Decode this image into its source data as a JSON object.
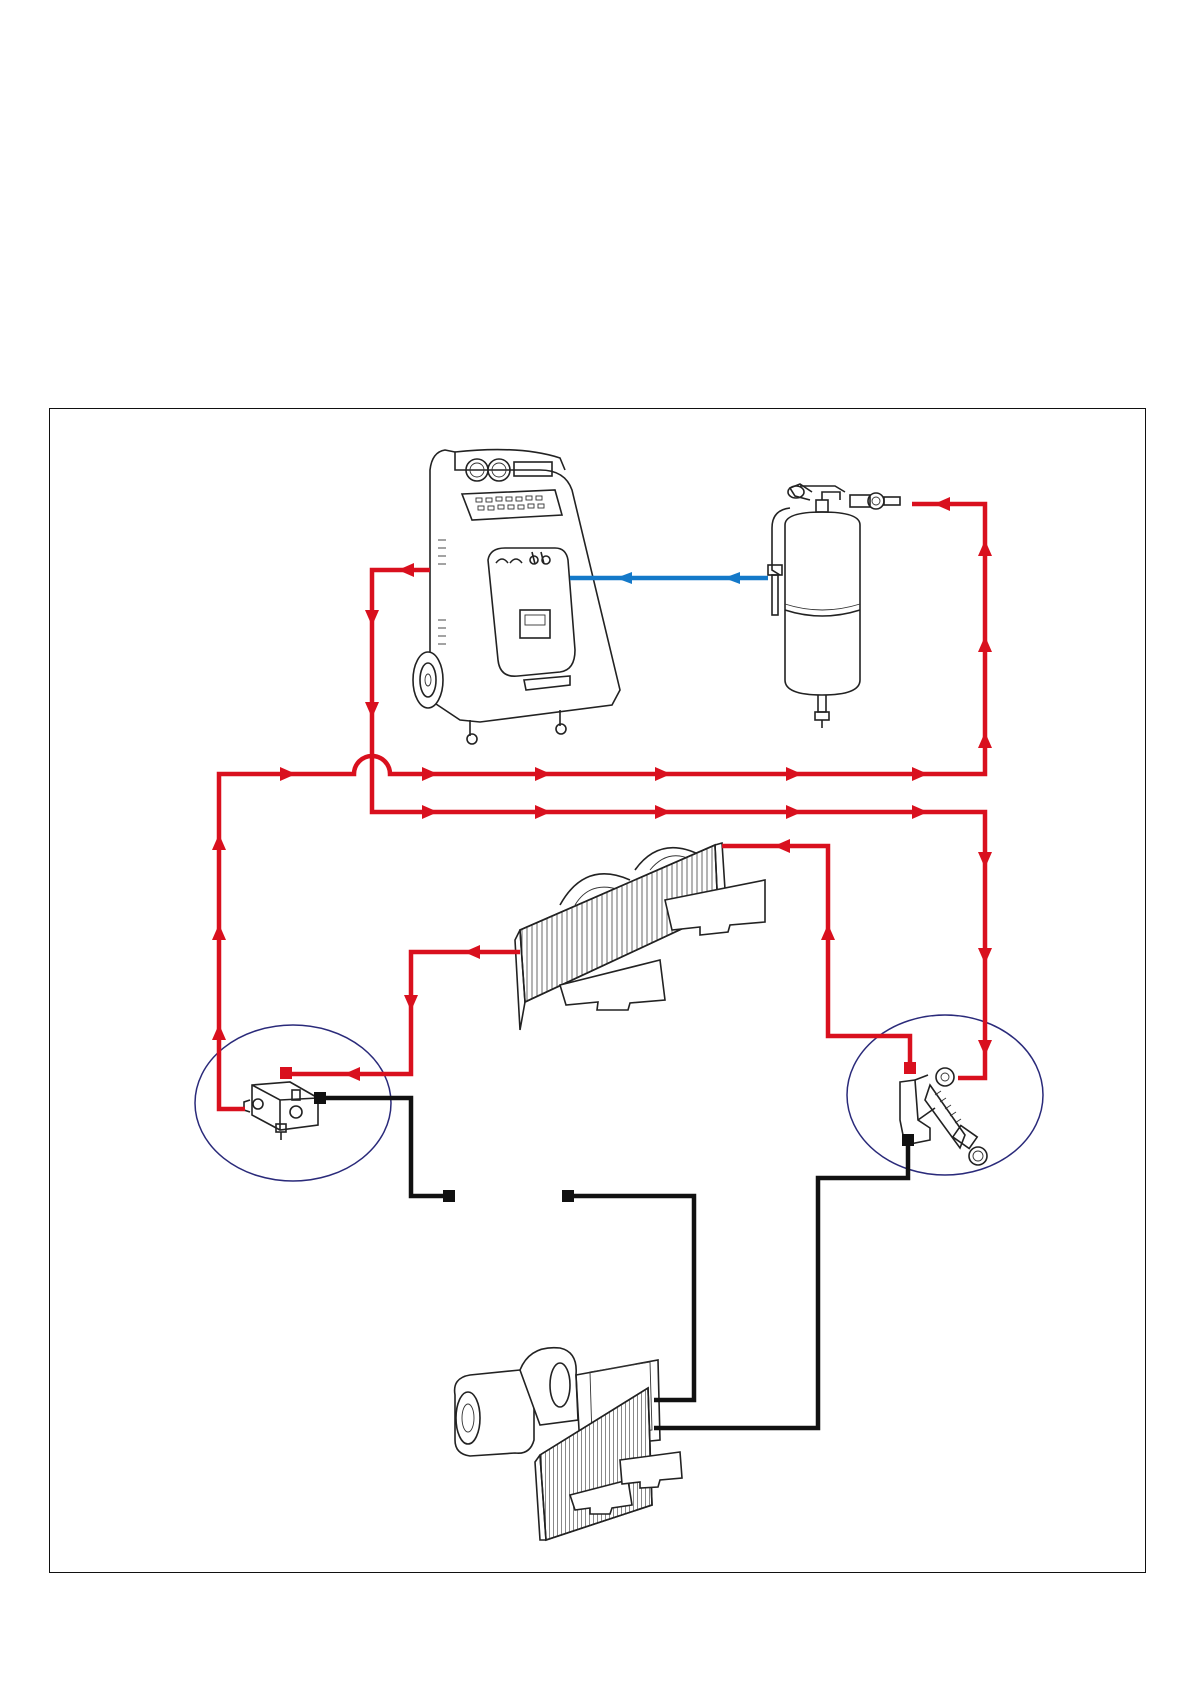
{
  "colors": {
    "supply_line": "#d9101e",
    "recovery_line": "#1479c9",
    "signal_line": "#111111",
    "zoom_circle": "#2a2a7a",
    "frame": "#111111"
  },
  "components": [
    {
      "id": "ac-service-station",
      "icon": "ac-recovery-machine-icon"
    },
    {
      "id": "refrigerant-cylinder",
      "icon": "gas-cylinder-icon"
    },
    {
      "id": "condenser",
      "icon": "condenser-fan-unit-icon"
    },
    {
      "id": "evaporator-blower",
      "icon": "blower-evaporator-icon"
    },
    {
      "id": "low-pressure-coupler",
      "icon": "quick-coupler-icon"
    },
    {
      "id": "high-pressure-coupler",
      "icon": "service-valve-icon"
    }
  ],
  "lines": [
    {
      "id": "cylinder-to-station",
      "type": "recovery"
    },
    {
      "id": "supply-loop",
      "type": "supply"
    },
    {
      "id": "return-loop",
      "type": "supply"
    },
    {
      "id": "condenser-left-branch",
      "type": "supply"
    },
    {
      "id": "condenser-right-branch",
      "type": "supply"
    },
    {
      "id": "low-side-signal",
      "type": "signal"
    },
    {
      "id": "blower-signal-upper",
      "type": "signal"
    },
    {
      "id": "blower-signal-lower",
      "type": "signal"
    }
  ]
}
